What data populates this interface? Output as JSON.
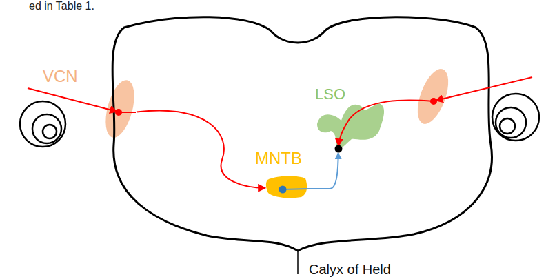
{
  "diagram": {
    "nodes": [
      {
        "text": [
          "VCN"
        ]
      },
      {
        "text": [
          "MNTB"
        ]
      },
      {
        "text": [
          "LSO"
        ]
      }
    ],
    "edges": [
      {
        "from": 0,
        "to": 1,
        "arrow": "to"
      },
      {
        "from": 1,
        "to": 2,
        "arrow": "to"
      }
    ],
    "labels": [
      "ed in Table 1.",
      "Calyx of Held"
    ]
  }
}
